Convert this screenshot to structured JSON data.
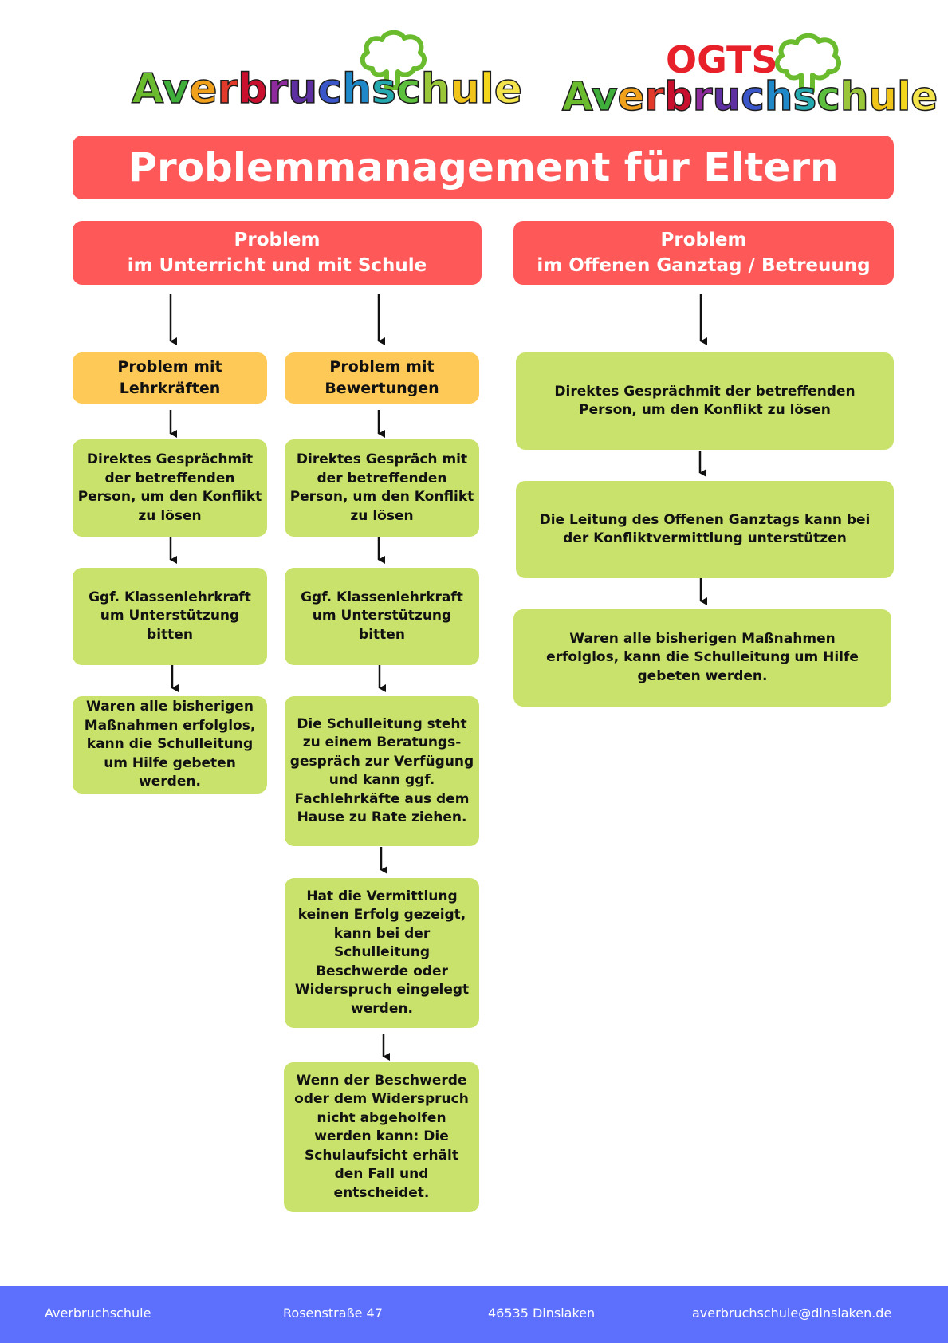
{
  "logos": {
    "left": {
      "name": "Averbruchschule"
    },
    "right": {
      "top_line": "OGTS",
      "name": "Averbruchschule"
    },
    "letter_colors": [
      "#6abb2e",
      "#3fae3a",
      "#f1a01c",
      "#e23a2a",
      "#c8102e",
      "#8e2a9d",
      "#5d2fa0",
      "#3b56c8",
      "#1e88c8",
      "#24a8b0",
      "#5cbf3d",
      "#9ac73a",
      "#f0c419",
      "#f4d61c",
      "#f2e44a"
    ],
    "ogts_color": "#e8202a",
    "tree_color": "#6abb2e"
  },
  "title": "Problemmanagement für Eltern",
  "left_header": {
    "line1": "Problem",
    "line2": "im Unterricht und mit Schule"
  },
  "right_header": {
    "line1": "Problem",
    "line2": "im Offenen Ganztag / Betreuung"
  },
  "lehrkraefte": {
    "category": {
      "line1": "Problem mit",
      "line2": "Lehrkräften"
    },
    "steps": [
      "Direktes Gesprächmit der betreffenden Person, um den Konflikt zu lösen",
      "Ggf. Klassenlehrkraft um Unterstützung bitten",
      "Waren alle bisherigen Maßnahmen erfolglos, kann die Schulleitung um Hilfe gebeten werden."
    ]
  },
  "bewertungen": {
    "category": {
      "line1": "Problem mit",
      "line2": "Bewertungen"
    },
    "steps": [
      "Direktes Gespräch mit der betreffenden Person, um den Konflikt zu lösen",
      "Ggf. Klassenlehrkraft um Unterstützung bitten",
      "Die Schulleitung steht zu einem Beratungs-gespräch zur Verfügung und kann ggf. Fachlehrkäfte aus dem Hause zu Rate ziehen.",
      "Hat die Vermittlung keinen Erfolg gezeigt, kann bei der Schulleitung Beschwerde oder Widerspruch eingelegt werden.",
      "Wenn der Beschwerde oder dem Widerspruch nicht abgeholfen werden kann: Die Schulaufsicht erhält den Fall  und entscheidet."
    ]
  },
  "ganztag": {
    "steps": [
      "Direktes Gesprächmit der betreffenden Person, um den Konflikt zu lösen",
      "Die Leitung des Offenen Ganztags kann bei der Konfliktvermittlung unterstützen",
      "Waren alle bisherigen Maßnahmen erfolglos, kann die Schulleitung um Hilfe gebeten werden."
    ]
  },
  "colors": {
    "red": "#fe5858",
    "orange": "#fec957",
    "green": "#c9e26b",
    "footer_blue": "#5c70fd"
  },
  "footer": {
    "school": "Averbruchschule",
    "street": "Rosenstraße 47",
    "city": "46535 Dinslaken",
    "email": "averbruchschule@dinslaken.de"
  }
}
